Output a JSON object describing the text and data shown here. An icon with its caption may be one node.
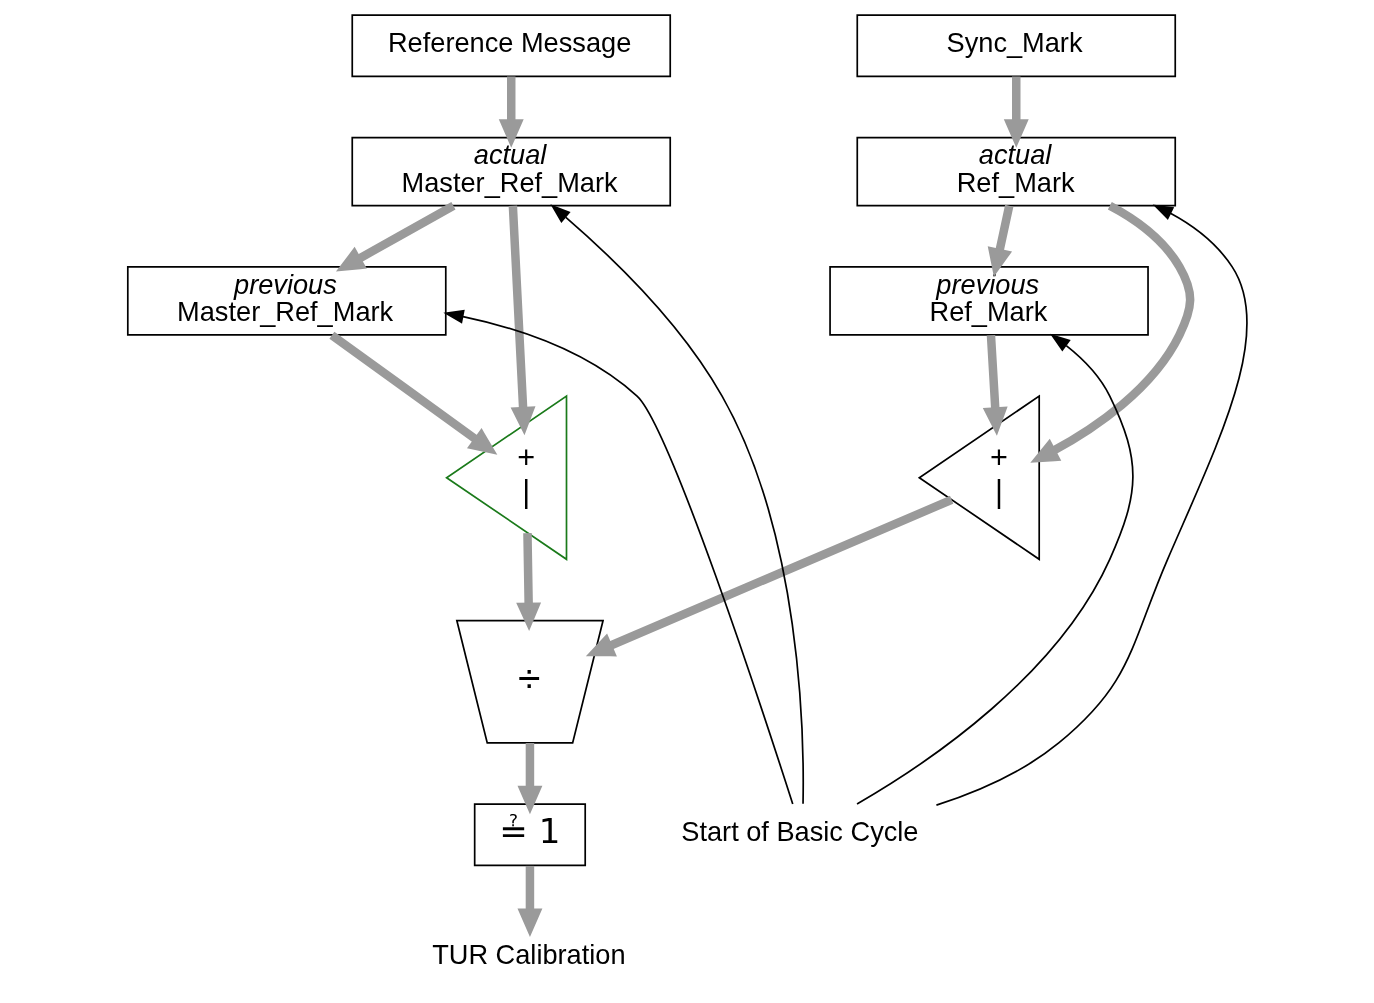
{
  "diagram": {
    "nodes": [
      {
        "text": [
          "Reference Message"
        ]
      },
      {
        "text": [
          "actual",
          "Master_Ref_Mark"
        ]
      },
      {
        "text": [
          "previous",
          "Master_Ref_Mark"
        ]
      },
      {
        "text": [
          "+",
          "|"
        ]
      },
      {
        "text": [
          "Sync_Mark"
        ]
      },
      {
        "text": [
          "actual",
          "Ref_Mark"
        ]
      },
      {
        "text": [
          "previous",
          "Ref_Mark"
        ]
      },
      {
        "text": [
          "+",
          "|"
        ]
      },
      {
        "text": [
          "÷"
        ]
      },
      {
        "text": [
          "≟ 1"
        ]
      },
      {
        "text": [
          "TUR Calibration"
        ]
      },
      {
        "text": [
          "Start of Basic Cycle"
        ]
      }
    ],
    "edges": [
      {
        "from": 0,
        "to": 1,
        "arrow": "to"
      },
      {
        "from": 1,
        "to": 2,
        "arrow": "to"
      },
      {
        "from": 1,
        "to": 3,
        "arrow": "to"
      },
      {
        "from": 2,
        "to": 3,
        "arrow": "to"
      },
      {
        "from": 4,
        "to": 5,
        "arrow": "to"
      },
      {
        "from": 5,
        "to": 6,
        "arrow": "to"
      },
      {
        "from": 5,
        "to": 7,
        "arrow": "to"
      },
      {
        "from": 6,
        "to": 7,
        "arrow": "to"
      },
      {
        "from": 7,
        "to": 8,
        "arrow": "to"
      },
      {
        "from": 3,
        "to": 8,
        "arrow": "to"
      },
      {
        "from": 8,
        "to": 9,
        "arrow": "to"
      },
      {
        "from": 9,
        "to": 10,
        "arrow": "to"
      },
      {
        "from": 11,
        "to": 1,
        "arrow": "to",
        "color": "#000000"
      },
      {
        "from": 11,
        "to": 2,
        "arrow": "to",
        "color": "#000000"
      },
      {
        "from": 11,
        "to": 5,
        "arrow": "to",
        "color": "#000000"
      },
      {
        "from": 11,
        "to": 6,
        "arrow": "to",
        "color": "#000000"
      }
    ]
  }
}
